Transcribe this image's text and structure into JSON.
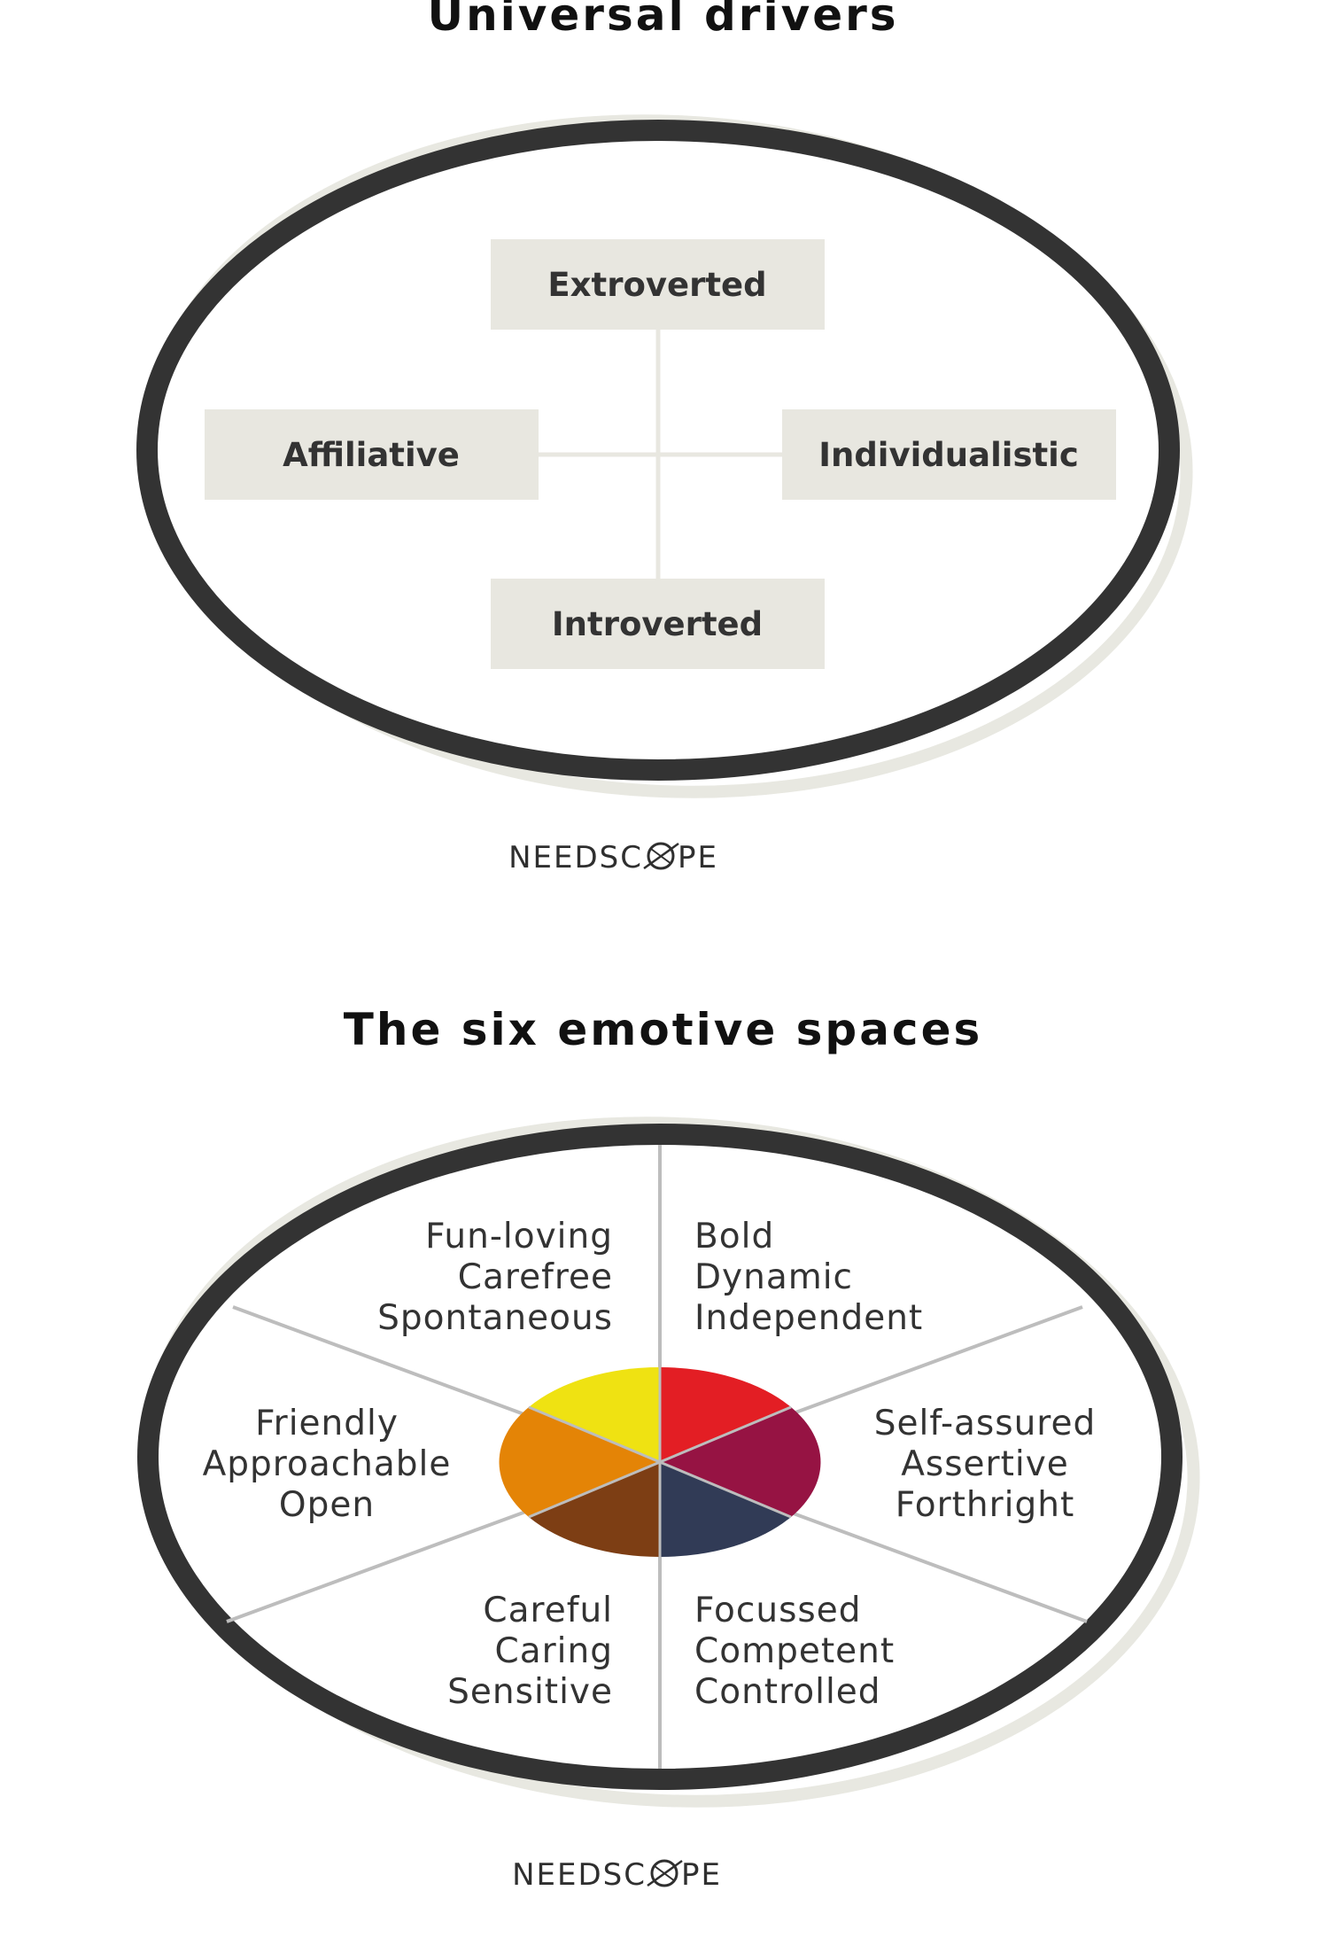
{
  "diagram1": {
    "title": "Universal drivers",
    "boxes": {
      "top": "Extroverted",
      "left": "Affiliative",
      "right": "Individualistic",
      "bottom": "Introverted"
    },
    "brand_prefix": "NEEDSC",
    "brand_suffix": "PE"
  },
  "diagram2": {
    "title": "The six emotive spaces",
    "segments": {
      "top_left": [
        "Fun-loving",
        "Carefree",
        "Spontaneous"
      ],
      "top_right": [
        "Bold",
        "Dynamic",
        "Independent"
      ],
      "left": [
        "Friendly",
        "Approachable",
        "Open"
      ],
      "right": [
        "Self-assured",
        "Assertive",
        "Forthright"
      ],
      "bottom_left": [
        "Careful",
        "Caring",
        "Sensitive"
      ],
      "bottom_right": [
        "Focussed",
        "Competent",
        "Controlled"
      ]
    },
    "brand_prefix": "NEEDSC",
    "brand_suffix": "PE"
  },
  "colors": {
    "ring": "#333333",
    "shadow_ring": "#e8e8e1",
    "box_fill": "#e8e7e0",
    "divider": "#bdbdbd",
    "yellow": "#efe212",
    "red": "#e31e24",
    "magenta": "#961343",
    "navy": "#313b56",
    "brown": "#7d3e14",
    "orange": "#e48406"
  }
}
